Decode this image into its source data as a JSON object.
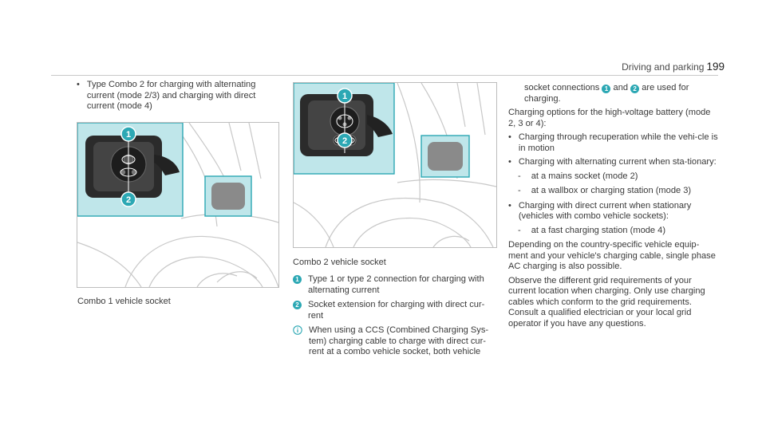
{
  "header": {
    "section": "Driving and parking",
    "page_number": "199"
  },
  "column1": {
    "bullet": "Type Combo 2 for charging with alternating current (mode 2/3) and charging with direct current (mode 4)",
    "caption": "Combo 1 vehicle socket"
  },
  "column2": {
    "caption": "Combo 2 vehicle socket",
    "legend": [
      {
        "num": "1",
        "text": "Type 1 or type 2 connection for charging with alternating current"
      },
      {
        "num": "2",
        "text": "Socket extension for charging with direct cur-rent"
      }
    ],
    "note": "When using a CCS (Combined Charging Sys-tem) charging cable to charge with direct cur-rent at a combo vehicle socket, both vehicle"
  },
  "column3": {
    "cont_a": "socket connections",
    "cont_num1": "1",
    "cont_and": "and",
    "cont_num2": "2",
    "cont_b": "are used for charging.",
    "options_intro": "Charging options for the high-voltage battery (mode 2, 3 or 4):",
    "bullet1": "Charging through recuperation while the vehi-cle is in motion",
    "bullet2": "Charging with alternating current when sta-tionary:",
    "dash1": "at a mains socket (mode 2)",
    "dash2": "at a wallbox or charging station (mode 3)",
    "bullet3": "Charging with direct current when stationary (vehicles with combo vehicle sockets):",
    "dash3": "at a fast charging station (mode 4)",
    "para1": "Depending on the country-specific vehicle equip-ment and your vehicle's charging cable, single phase AC charging is also possible.",
    "para2": "Observe the different grid requirements of your current location when charging. Only use charging cables which conform to the grid requirements. Consult a qualified electrician or your local grid operator if you have any questions."
  },
  "figure": {
    "marker1": "1",
    "marker2": "2",
    "accent_color": "#2ca8b4",
    "panel_color": "#bfe6ea"
  },
  "bullet_glyph": "•",
  "dash_glyph": "-"
}
